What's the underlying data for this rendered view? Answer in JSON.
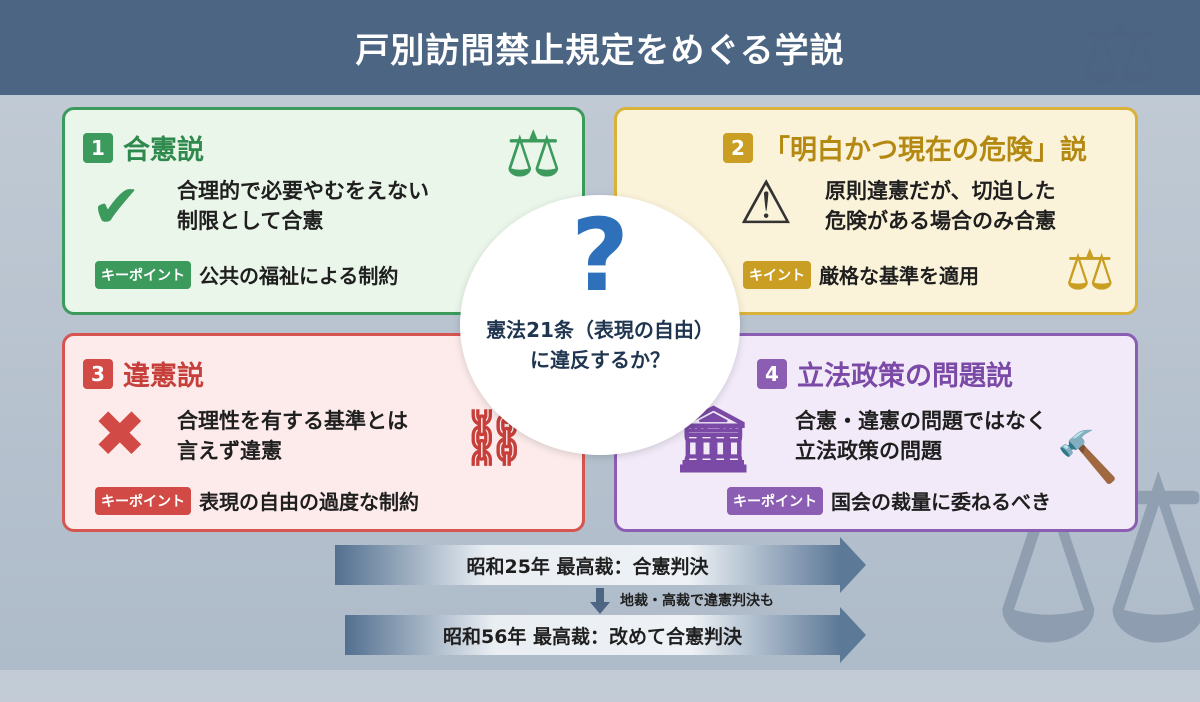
{
  "header": {
    "title": "戸別訪問禁止規定をめぐる学説"
  },
  "cards": [
    {
      "number": "1",
      "title": "合憲説",
      "body": [
        "合理的で必要やむをえない",
        "制限として合憲"
      ],
      "tag": "キーポイント",
      "keypoint": "公共の福祉による制約",
      "color": "#3b9a5c"
    },
    {
      "number": "2",
      "title": "「明白かつ現在の危険」説",
      "body": [
        "原則違憲だが、切迫した",
        "危険がある場合のみ合憲"
      ],
      "tag": "キイント",
      "keypoint": "厳格な基準を適用",
      "color": "#c79a1e"
    },
    {
      "number": "3",
      "title": "違憲説",
      "body": [
        "合理性を有する基準とは",
        "言えず違憲"
      ],
      "tag": "キーポイント",
      "keypoint": "表現の自由の過度な制約",
      "color": "#d24a45"
    },
    {
      "number": "4",
      "title": "立法政策の問題説",
      "body": [
        "合憲・違憲の問題ではなく",
        "立法政策の問題"
      ],
      "tag": "キーポイント",
      "keypoint": "国会の裁量に委ねるべき",
      "color": "#8b5db3"
    }
  ],
  "center": {
    "line1": "憲法21条（表現の自由）",
    "line2": "に違反するか？"
  },
  "timeline": {
    "step1": "昭和25年 最高裁：合憲判決",
    "note": "地裁・高裁で違憲判決も",
    "step2": "昭和56年 最高裁：改めて合憲判決"
  }
}
